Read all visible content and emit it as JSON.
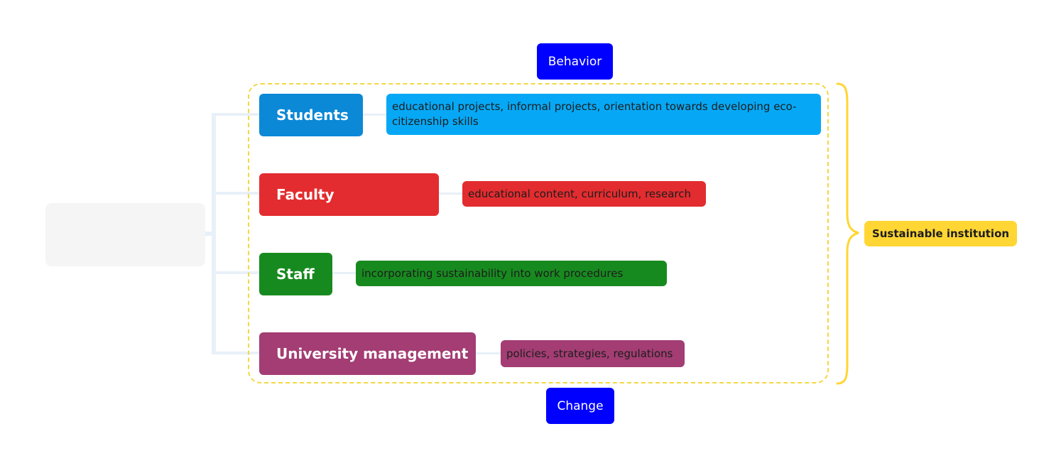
{
  "tags": {
    "top": "Behavior",
    "bottom": "Change"
  },
  "summary": {
    "label": "Sustainable institution"
  },
  "branches": [
    {
      "label": "Students",
      "detail": "educational projects, informal projects, orientation towards developing eco-citizenship skills",
      "node_color": "#0b88d6",
      "detail_color": "#06a8f5"
    },
    {
      "label": "Faculty",
      "detail": "educational content, curriculum, research",
      "node_color": "#e32c2f",
      "detail_color": "#e32c2f"
    },
    {
      "label": "Staff",
      "detail": "incorporating sustainability into work procedures",
      "node_color": "#178a1f",
      "detail_color": "#178a1f"
    },
    {
      "label": "University management",
      "detail": "policies, strategies, regulations",
      "node_color": "#a33d73",
      "detail_color": "#a33d73"
    }
  ],
  "colors": {
    "tag": "#0000ff",
    "summary": "#ffd633",
    "frame": "#f5d742",
    "root": "#f5f5f5"
  }
}
